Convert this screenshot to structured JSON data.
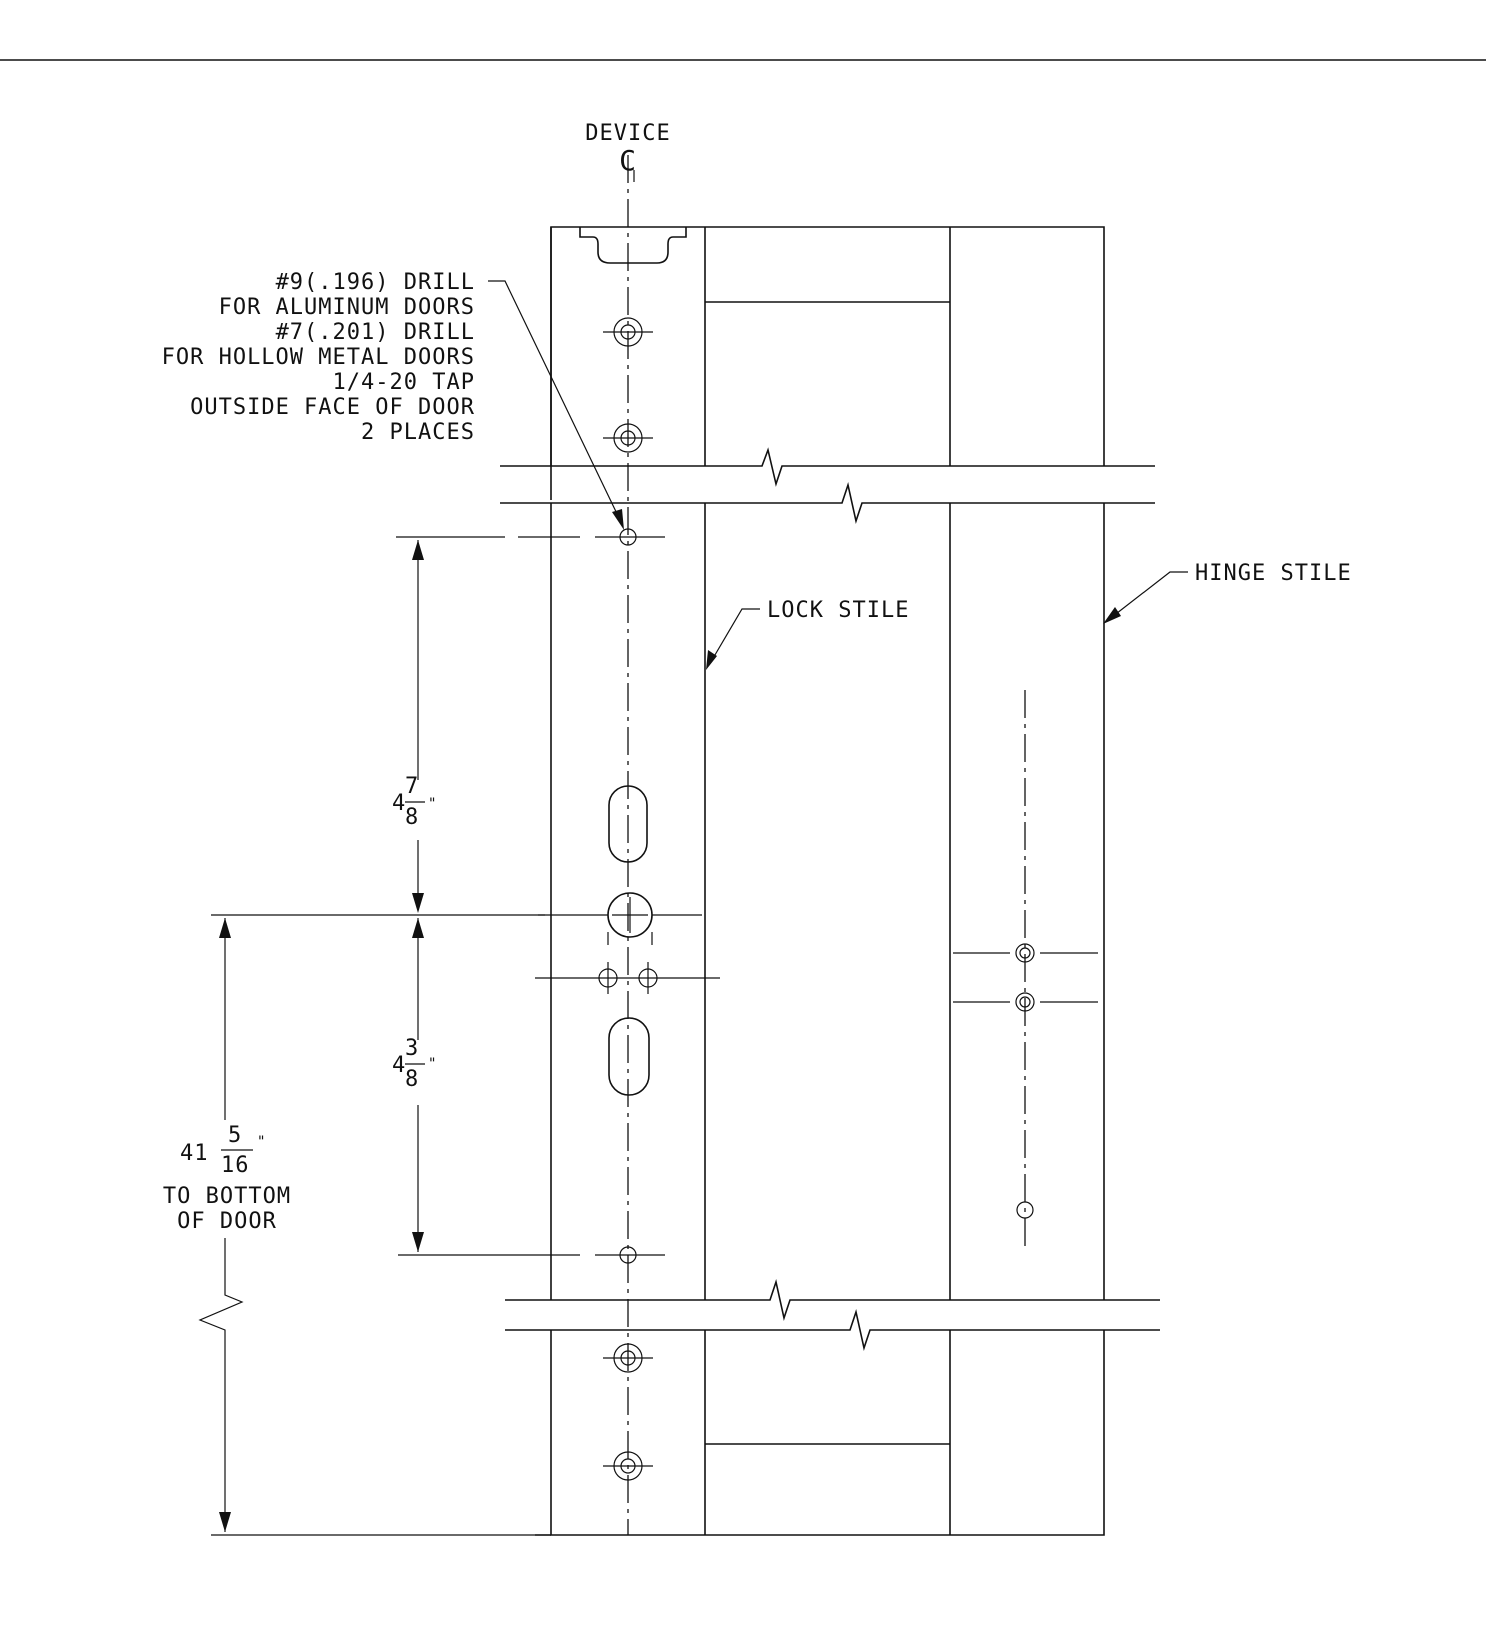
{
  "centerline_label": "DEVICE",
  "centerline_symbol": "C",
  "drill_note": {
    "lines": [
      "#9(.196) DRILL",
      "FOR ALUMINUM DOORS",
      "#7(.201) DRILL",
      "FOR HOLLOW METAL DOORS",
      "1/4-20 TAP",
      "OUTSIDE FACE OF DOOR",
      "2 PLACES"
    ]
  },
  "lock_stile_label": "LOCK STILE",
  "hinge_stile_label": "HINGE STILE",
  "dim_upper": {
    "whole": "4",
    "num": "7",
    "den": "8",
    "unit": "\""
  },
  "dim_lower": {
    "whole": "4",
    "num": "3",
    "den": "8",
    "unit": "\""
  },
  "dim_bottom": {
    "whole": "41",
    "num": "5",
    "den": "16",
    "unit": "\"",
    "note_lines": [
      "TO BOTTOM",
      "OF DOOR"
    ]
  }
}
